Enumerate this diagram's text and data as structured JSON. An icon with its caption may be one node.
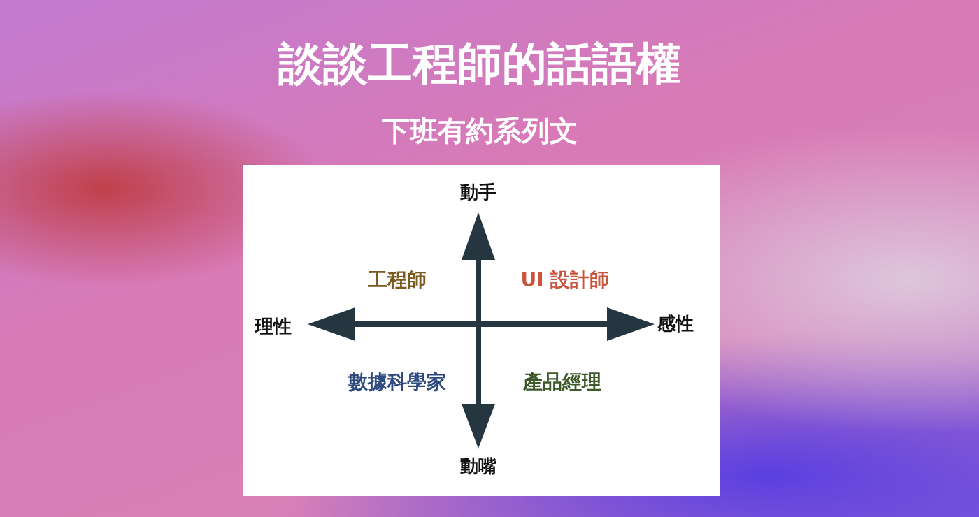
{
  "diagram": {
    "title": "談談工程師的話語權",
    "labels": [
      "下班有約系列文",
      "動手",
      "工程師",
      "UI 設計師",
      "理性",
      "感性",
      "數據科學家",
      "產品經理",
      "動嘴"
    ]
  }
}
